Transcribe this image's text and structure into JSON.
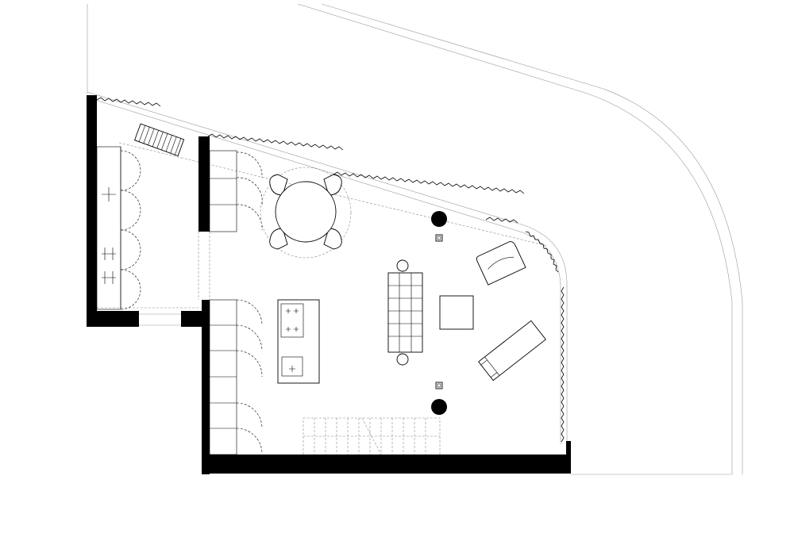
{
  "plan": {
    "kind": "architectural floor plan",
    "labels": [],
    "elements": [
      "exterior-walls",
      "site-boundary",
      "glazed-facade",
      "wardrobes",
      "dining-table",
      "kitchen-island",
      "sofa",
      "coffee-table",
      "armchair",
      "daybed",
      "structural-columns",
      "staircase"
    ],
    "counts": {
      "dining_chairs": 4,
      "cooktop_burners": 4,
      "structural_columns": 2,
      "stair_treads": 12
    }
  }
}
